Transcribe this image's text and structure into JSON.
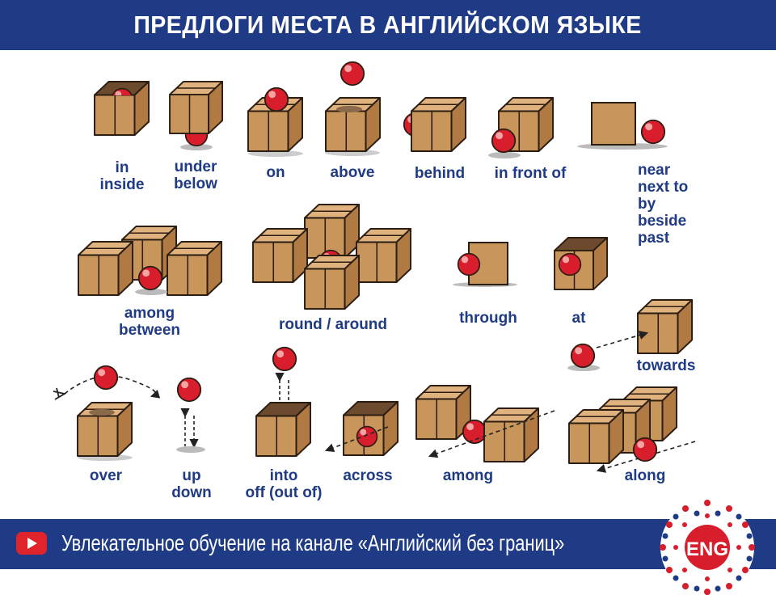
{
  "header": {
    "title": "ПРЕДЛОГИ МЕСТА В АНГЛИЙСКОМ ЯЗЫКЕ"
  },
  "labels": {
    "in_inside": [
      "in",
      "inside"
    ],
    "under_below": [
      "under",
      "below"
    ],
    "on": "on",
    "above": "above",
    "behind": "behind",
    "in_front_of": "in front of",
    "near_group": [
      "near",
      "next to",
      "by",
      "beside",
      "past"
    ],
    "among_between": [
      "among",
      "between"
    ],
    "round_around": "round / around",
    "through": "through",
    "at": "at",
    "towards": "towards",
    "over": "over",
    "up_down": [
      "up",
      "down"
    ],
    "into_off": [
      "into",
      "off (out of)"
    ],
    "across": "across",
    "among2": "among",
    "along": "along"
  },
  "footer": {
    "text": "Увлекательное обучение на канале «Английский без границ»",
    "logo_text": "ENG",
    "icon": "youtube-play-icon"
  },
  "colors": {
    "brand_blue": "#1f3b86",
    "box_tan": "#c8955a",
    "ball_red": "#d81e2c"
  }
}
